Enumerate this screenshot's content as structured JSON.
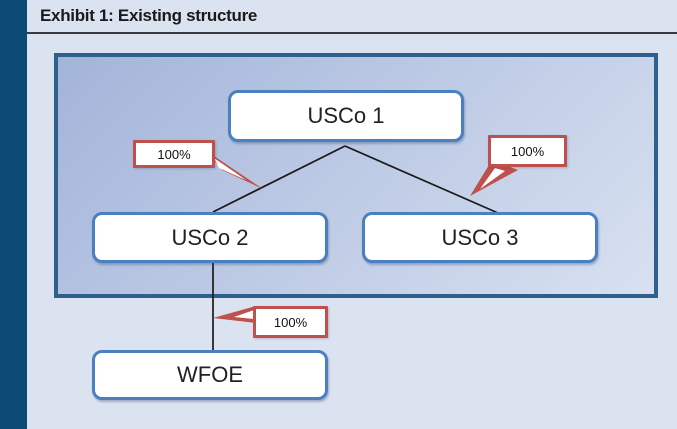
{
  "header": {
    "title": "Exhibit 1: Existing structure"
  },
  "diagram": {
    "nodes": [
      {
        "id": "usco1",
        "label": "USCo 1"
      },
      {
        "id": "usco2",
        "label": "USCo 2"
      },
      {
        "id": "usco3",
        "label": "USCo 3"
      },
      {
        "id": "wfoe",
        "label": "WFOE"
      }
    ],
    "callouts": [
      {
        "id": "left",
        "label": "100%",
        "points_to": "edge-usco1-usco2"
      },
      {
        "id": "right",
        "label": "100%",
        "points_to": "edge-usco1-usco3"
      },
      {
        "id": "bottom",
        "label": "100%",
        "points_to": "edge-usco2-wfoe"
      }
    ],
    "edges": [
      {
        "from": "usco1",
        "to": "usco2",
        "ownership": "100%"
      },
      {
        "from": "usco1",
        "to": "usco3",
        "ownership": "100%"
      },
      {
        "from": "usco2",
        "to": "wfoe",
        "ownership": "100%"
      }
    ]
  },
  "colors": {
    "sidebar": "#0b4b76",
    "page_bg": "#dce3f0",
    "panel_border": "#2e5f8d",
    "panel_grad_start": "#a3b4da",
    "panel_grad_end": "#d8e1f1",
    "node_border": "#4a7fc0",
    "callout_border": "#c0504d",
    "line": "#1a1a1a"
  }
}
